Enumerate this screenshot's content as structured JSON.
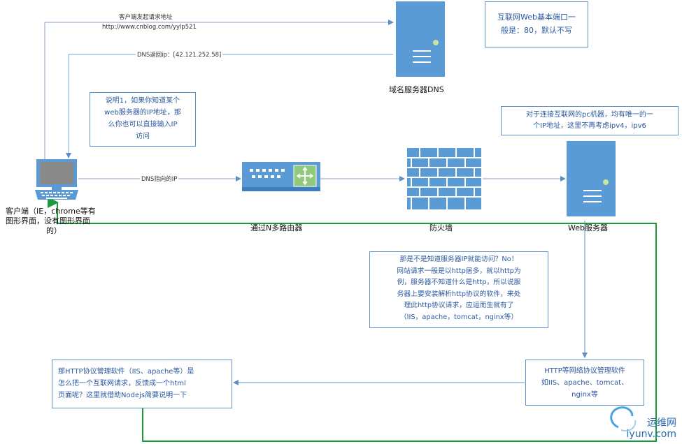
{
  "arrows": {
    "request_line1": "客户端发起请求地址",
    "request_line2": "http://www.cnblog.com/yylp521",
    "dns_return": "DNS返回ip：[42.121.252.58]",
    "dns_point": "DNS指向的IP"
  },
  "devices": {
    "dns_server": "域名服务器DNS",
    "router": "通过N多路由器",
    "firewall": "防火墙",
    "web_server": "Web服务器",
    "client_line1": "客户端（IE，chrome等有",
    "client_line2": "图形界面，没有图形界面",
    "client_line3": "的）"
  },
  "notes": {
    "port": [
      "互联网Web基本端口一",
      "般是：80，默认不写"
    ],
    "explain1": [
      "说明1，如果你知道某个",
      "web服务器的IP地址，那",
      "么你也可以直接输入IP",
      "访问"
    ],
    "unique_ip": [
      "对于连接互联网的pc机器，均有唯一的一",
      "个IP地址，这里不再考虑ipv4，ipv6"
    ],
    "know_ip": [
      "那是不是知道服务器IP就能访问？No！",
      "网站请求一般是以http居多，就以http为",
      "例，服务器不知道什么是http，所以说服",
      "务器上要安装解析http协议的软件，来处",
      "理此http协议请求，应运而生就有了",
      "（IIS，apache，tomcat，nginx等）"
    ],
    "http_software": [
      "HTTP等网络协议管理软件",
      "如IIS、apache、tomcat、",
      "nginx等"
    ],
    "how": [
      "那HTTP协议管理软件（IIS、apache等）是",
      "怎么把一个互联网请求，反馈成一个html",
      "页面呢？这里就借助Nodejs简要说明一下"
    ]
  },
  "watermark": {
    "line1": "运维网",
    "line2": "iyunv.com"
  },
  "colors": {
    "device": "#5b9bd5",
    "line": "#7fa7d0",
    "green": "#1a9a3a",
    "note_border": "#5b8fc7"
  }
}
